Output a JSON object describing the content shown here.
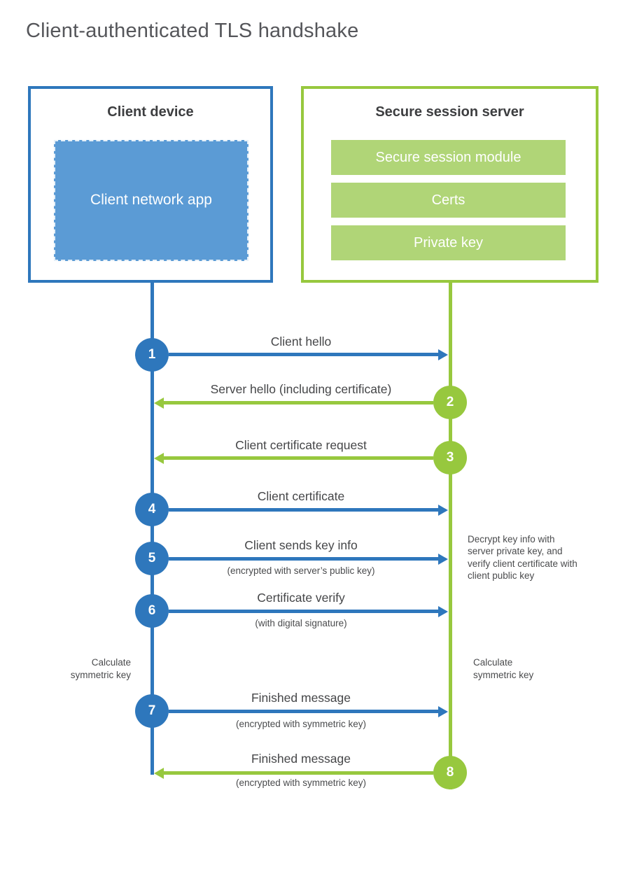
{
  "title": "Client-authenticated TLS handshake",
  "client_box": {
    "title": "Client device",
    "app_label": "Client network app"
  },
  "server_box": {
    "title": "Secure session server",
    "modules": [
      {
        "label": "Secure session module"
      },
      {
        "label": "Certs"
      },
      {
        "label": "Private key"
      }
    ]
  },
  "steps": [
    {
      "num": "1",
      "from": "client",
      "direction": "right",
      "label": "Client hello"
    },
    {
      "num": "2",
      "from": "server",
      "direction": "left",
      "label": "Server hello (including certificate)"
    },
    {
      "num": "3",
      "from": "server",
      "direction": "left",
      "label": "Client certificate request"
    },
    {
      "num": "4",
      "from": "client",
      "direction": "right",
      "label": "Client certificate"
    },
    {
      "num": "5",
      "from": "client",
      "direction": "right",
      "label": "Client sends key info",
      "sub": "(encrypted with server’s public key)"
    },
    {
      "num": "6",
      "from": "client",
      "direction": "right",
      "label": "Certificate verify",
      "sub": "(with digital signature)"
    },
    {
      "num": "7",
      "from": "client",
      "direction": "right",
      "label": "Finished message",
      "sub": "(encrypted with symmetric key)"
    },
    {
      "num": "8",
      "from": "server",
      "direction": "left",
      "label": "Finished message",
      "sub": "(encrypted with symmetric key)"
    }
  ],
  "annotations": {
    "decrypt_note": "Decrypt key info with server private key, and verify client certificate with client public key",
    "calculate_left": "Calculate symmetric key",
    "calculate_right": "Calculate symmetric key"
  },
  "colors": {
    "blue": "#2e77bc",
    "light_blue": "#5b9bd5",
    "green": "#97c83e",
    "light_green": "#b0d577"
  }
}
